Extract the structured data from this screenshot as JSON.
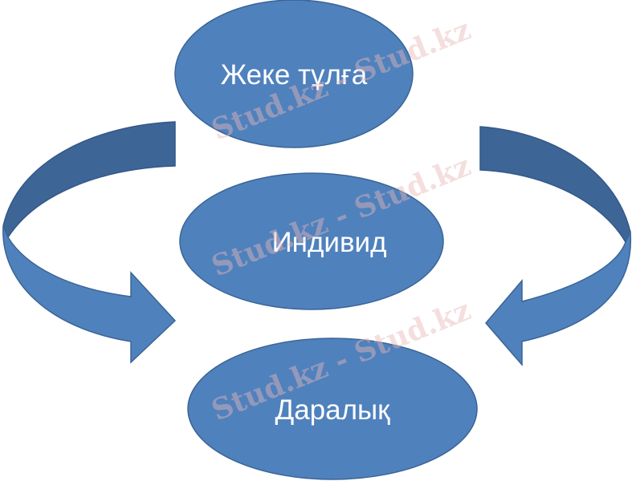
{
  "diagram": {
    "nodes": [
      {
        "label": "Жеке тұлға"
      },
      {
        "label": "Индивид"
      },
      {
        "label": "Даралық"
      }
    ],
    "colors": {
      "fill": "#4f81bd",
      "stroke": "#3a6595",
      "arrow_back": "#3d6595",
      "arrow_front": "#4f81bd",
      "text": "#ffffff"
    }
  },
  "watermark": "Stud.kz - Stud.kz"
}
